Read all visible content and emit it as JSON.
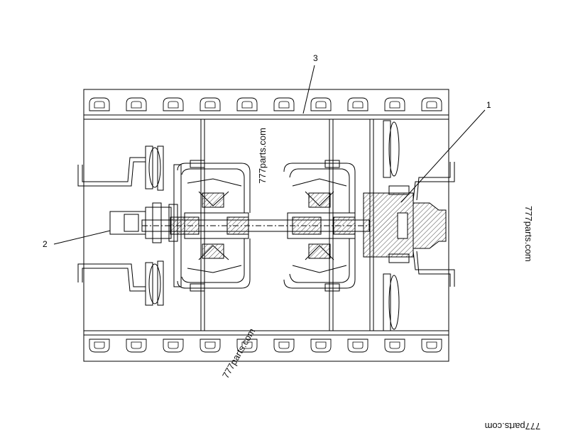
{
  "callouts": {
    "item1": "1",
    "item2": "2",
    "item3": "3"
  },
  "watermarks": [
    "777parts.com",
    "777parts.com",
    "777parts.com",
    "777parts.com"
  ],
  "colors": {
    "line": "#000000",
    "hatch": "#444444",
    "background": "#ffffff"
  }
}
